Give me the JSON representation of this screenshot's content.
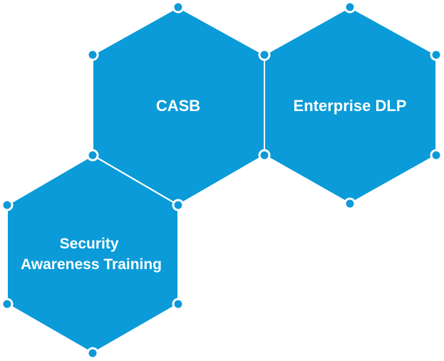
{
  "colors": {
    "hex_fill": "#0a9bd8",
    "vertex_fill": "#0d99d8",
    "outline": "#ffffff"
  },
  "hexagons": [
    {
      "id": "casb",
      "lines": [
        "CASB"
      ]
    },
    {
      "id": "enterprise-dlp",
      "lines": [
        "Enterprise DLP"
      ]
    },
    {
      "id": "security-awareness-training",
      "lines": [
        "Security",
        "Awareness Training"
      ]
    }
  ]
}
